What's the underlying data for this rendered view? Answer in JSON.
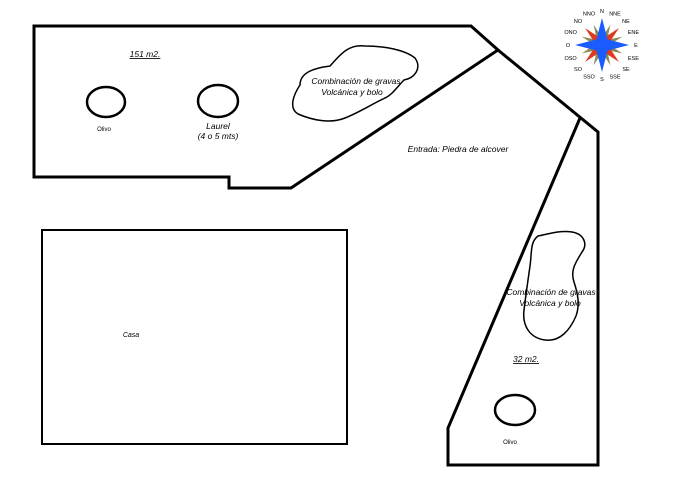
{
  "upper_garden": {
    "area_label": "151 m2.",
    "tree_left_label": "Olivo",
    "tree_right_label_line1": "Laurel",
    "tree_right_label_line2": "(4 o 5 mts)",
    "gravel_label_line1": "Combinación de gravas",
    "gravel_label_line2": "Volcánica y  bolo"
  },
  "entrance_label": "Entrada: Piedra de alcover",
  "lower_garden": {
    "area_label": "32 m2.",
    "tree_label": "Olivo",
    "gravel_label_line1": "Combinación de gravas",
    "gravel_label_line2": "Volcánica y  bolo"
  },
  "house_label": "Casa",
  "compass": {
    "labels": [
      "N",
      "NNE",
      "NE",
      "ENE",
      "E",
      "ESE",
      "SE",
      "SSE",
      "S",
      "SSO",
      "SO",
      "OSO",
      "O",
      "ONO",
      "NO",
      "NNO"
    ],
    "colors": {
      "north_star": "#1a5cff",
      "diagonal_points": "#e03a1e",
      "secondary_points": "#8a8a55"
    }
  }
}
